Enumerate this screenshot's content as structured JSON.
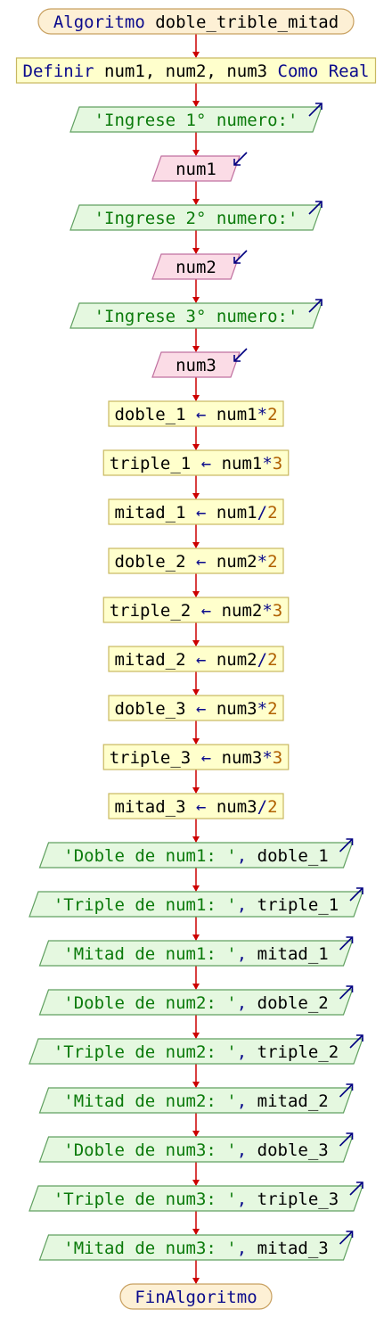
{
  "colors": {
    "keyword": "#0a0a8c",
    "text": "#000000",
    "number": "#b06000",
    "operator": "#0a0a8c",
    "string": "#0a7a0a",
    "arrow": "#cc0000",
    "io_arrow": "#000080",
    "terminal_fill": "#fdf0d5",
    "terminal_stroke": "#c8a060",
    "process_fill": "#ffffcc",
    "process_stroke": "#c8b860",
    "output_fill": "#e5f8e0",
    "output_stroke": "#60a060",
    "input_fill": "#fbdce6",
    "input_stroke": "#c070a0"
  },
  "nodes": [
    {
      "kind": "terminal",
      "parts": [
        [
          "Algoritmo ",
          "keyword"
        ],
        [
          "doble_trible_mitad",
          "text"
        ]
      ]
    },
    {
      "kind": "define",
      "parts": [
        [
          "Definir ",
          "keyword"
        ],
        [
          "num1, num2, num3 ",
          "text"
        ],
        [
          "Como Real",
          "keyword"
        ]
      ]
    },
    {
      "kind": "output",
      "parts": [
        [
          "'Ingrese 1° numero:'",
          "string"
        ]
      ]
    },
    {
      "kind": "input",
      "parts": [
        [
          "num1",
          "text"
        ]
      ]
    },
    {
      "kind": "output",
      "parts": [
        [
          "'Ingrese 2° numero:'",
          "string"
        ]
      ]
    },
    {
      "kind": "input",
      "parts": [
        [
          "num2",
          "text"
        ]
      ]
    },
    {
      "kind": "output",
      "parts": [
        [
          "'Ingrese 3° numero:'",
          "string"
        ]
      ]
    },
    {
      "kind": "input",
      "parts": [
        [
          "num3",
          "text"
        ]
      ]
    },
    {
      "kind": "process",
      "parts": [
        [
          "doble_1 ",
          "text"
        ],
        [
          "←",
          "operator"
        ],
        [
          " num1",
          "text"
        ],
        [
          "*",
          "operator"
        ],
        [
          "2",
          "number"
        ]
      ]
    },
    {
      "kind": "process",
      "parts": [
        [
          "triple_1 ",
          "text"
        ],
        [
          "←",
          "operator"
        ],
        [
          " num1",
          "text"
        ],
        [
          "*",
          "operator"
        ],
        [
          "3",
          "number"
        ]
      ]
    },
    {
      "kind": "process",
      "parts": [
        [
          "mitad_1 ",
          "text"
        ],
        [
          "←",
          "operator"
        ],
        [
          " num1",
          "text"
        ],
        [
          "/",
          "operator"
        ],
        [
          "2",
          "number"
        ]
      ]
    },
    {
      "kind": "process",
      "parts": [
        [
          "doble_2 ",
          "text"
        ],
        [
          "←",
          "operator"
        ],
        [
          " num2",
          "text"
        ],
        [
          "*",
          "operator"
        ],
        [
          "2",
          "number"
        ]
      ]
    },
    {
      "kind": "process",
      "parts": [
        [
          "triple_2 ",
          "text"
        ],
        [
          "←",
          "operator"
        ],
        [
          " num2",
          "text"
        ],
        [
          "*",
          "operator"
        ],
        [
          "3",
          "number"
        ]
      ]
    },
    {
      "kind": "process",
      "parts": [
        [
          "mitad_2 ",
          "text"
        ],
        [
          "←",
          "operator"
        ],
        [
          " num2",
          "text"
        ],
        [
          "/",
          "operator"
        ],
        [
          "2",
          "number"
        ]
      ]
    },
    {
      "kind": "process",
      "parts": [
        [
          "doble_3 ",
          "text"
        ],
        [
          "←",
          "operator"
        ],
        [
          " num3",
          "text"
        ],
        [
          "*",
          "operator"
        ],
        [
          "2",
          "number"
        ]
      ]
    },
    {
      "kind": "process",
      "parts": [
        [
          "triple_3 ",
          "text"
        ],
        [
          "←",
          "operator"
        ],
        [
          " num3",
          "text"
        ],
        [
          "*",
          "operator"
        ],
        [
          "3",
          "number"
        ]
      ]
    },
    {
      "kind": "process",
      "parts": [
        [
          "mitad_3 ",
          "text"
        ],
        [
          "←",
          "operator"
        ],
        [
          " num3",
          "text"
        ],
        [
          "/",
          "operator"
        ],
        [
          "2",
          "number"
        ]
      ]
    },
    {
      "kind": "output",
      "parts": [
        [
          "'Doble de num1: '",
          "string"
        ],
        [
          ", ",
          "operator"
        ],
        [
          "doble_1",
          "text"
        ]
      ]
    },
    {
      "kind": "output",
      "parts": [
        [
          "'Triple de num1: '",
          "string"
        ],
        [
          ", ",
          "operator"
        ],
        [
          "triple_1",
          "text"
        ]
      ]
    },
    {
      "kind": "output",
      "parts": [
        [
          "'Mitad de num1: '",
          "string"
        ],
        [
          ", ",
          "operator"
        ],
        [
          "mitad_1",
          "text"
        ]
      ]
    },
    {
      "kind": "output",
      "parts": [
        [
          "'Doble de num2: '",
          "string"
        ],
        [
          ", ",
          "operator"
        ],
        [
          "doble_2",
          "text"
        ]
      ]
    },
    {
      "kind": "output",
      "parts": [
        [
          "'Triple de num2: '",
          "string"
        ],
        [
          ", ",
          "operator"
        ],
        [
          "triple_2",
          "text"
        ]
      ]
    },
    {
      "kind": "output",
      "parts": [
        [
          "'Mitad de num2: '",
          "string"
        ],
        [
          ", ",
          "operator"
        ],
        [
          "mitad_2",
          "text"
        ]
      ]
    },
    {
      "kind": "output",
      "parts": [
        [
          "'Doble de num3: '",
          "string"
        ],
        [
          ", ",
          "operator"
        ],
        [
          "doble_3",
          "text"
        ]
      ]
    },
    {
      "kind": "output",
      "parts": [
        [
          "'Triple de num3: '",
          "string"
        ],
        [
          ", ",
          "operator"
        ],
        [
          "triple_3",
          "text"
        ]
      ]
    },
    {
      "kind": "output",
      "parts": [
        [
          "'Mitad de num3: '",
          "string"
        ],
        [
          ", ",
          "operator"
        ],
        [
          "mitad_3",
          "text"
        ]
      ]
    },
    {
      "kind": "terminal",
      "parts": [
        [
          "FinAlgoritmo",
          "keyword"
        ]
      ]
    }
  ]
}
